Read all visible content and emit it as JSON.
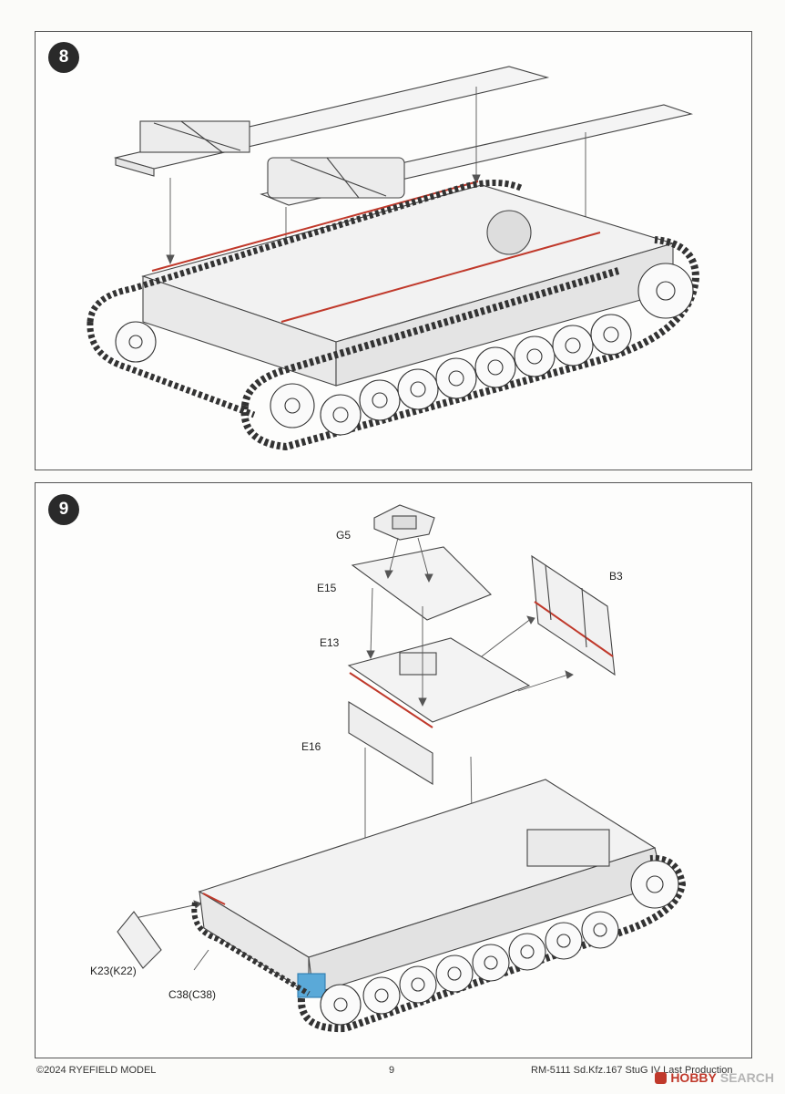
{
  "steps": [
    {
      "number": "8"
    },
    {
      "number": "9",
      "parts": {
        "g5": "G5",
        "e15": "E15",
        "b3": "B3",
        "e13": "E13",
        "e16": "E16",
        "k23": "K23(K22)",
        "c38": "C38(C38)"
      }
    }
  ],
  "footer": {
    "copyright": "©2024 RYEFIELD MODEL",
    "page_number": "9",
    "product": "RM-5111 Sd.Kfz.167 StuG IV Last Production"
  },
  "watermark": {
    "brand_a": "HOBBY",
    "brand_b": "SEARCH"
  },
  "colors": {
    "accent_red": "#c0392b",
    "highlight_blue": "#5aa9d8"
  }
}
